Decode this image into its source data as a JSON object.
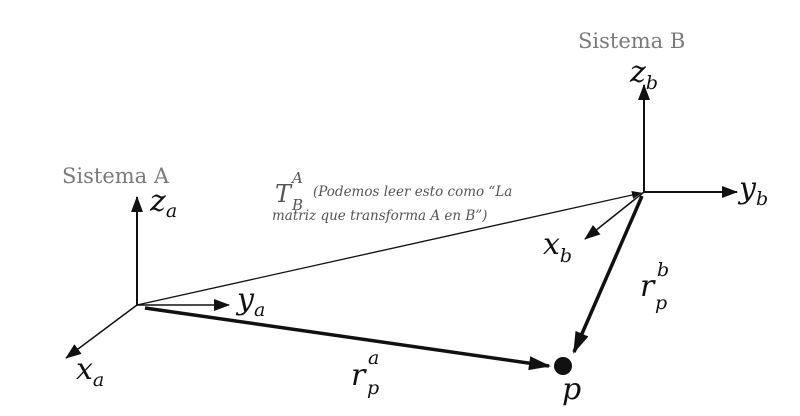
{
  "diagram": {
    "system_a_label": "Sistema A",
    "system_b_label": "Sistema B",
    "axes_a": {
      "z": {
        "symbol": "z",
        "sub": "a"
      },
      "y": {
        "symbol": "y",
        "sub": "a"
      },
      "x": {
        "symbol": "x",
        "sub": "a"
      }
    },
    "axes_b": {
      "z": {
        "symbol": "z",
        "sub": "b"
      },
      "y": {
        "symbol": "y",
        "sub": "b"
      },
      "x": {
        "symbol": "x",
        "sub": "b"
      }
    },
    "transform": {
      "symbol": "T",
      "sub": "B",
      "sup": "A",
      "note_line1": "(Podemos leer esto como “La",
      "note_line2": "matriz que transforma A en B”)"
    },
    "vector_a": {
      "symbol": "r",
      "sub": "p",
      "sup": "a"
    },
    "vector_b": {
      "symbol": "r",
      "sub": "p",
      "sup": "b"
    },
    "point_label": "p"
  }
}
